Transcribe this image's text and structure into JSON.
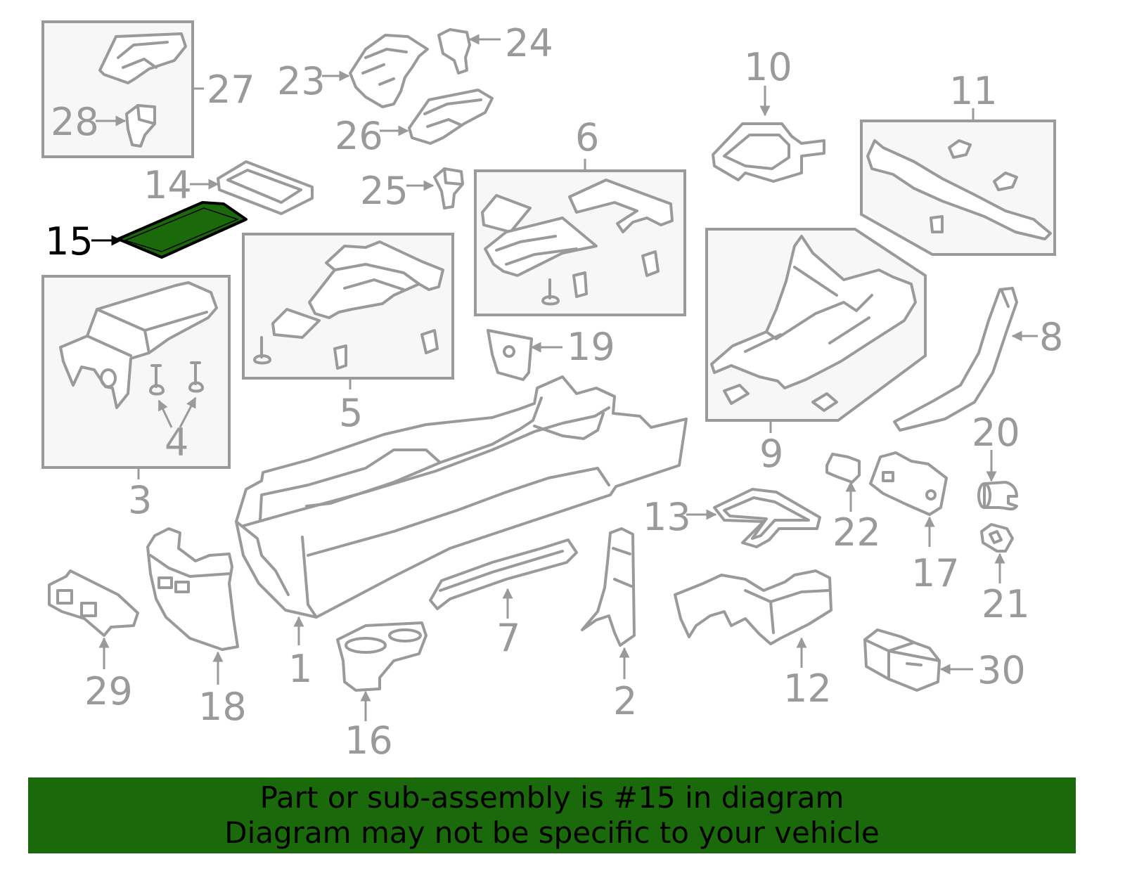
{
  "diagram": {
    "highlighted_part": "15",
    "highlight_color": "#1a6a0c",
    "line_color": "#9a9a9a",
    "callouts": {
      "c1": "1",
      "c2": "2",
      "c3": "3",
      "c4": "4",
      "c5": "5",
      "c6": "6",
      "c7": "7",
      "c8": "8",
      "c9": "9",
      "c10": "10",
      "c11": "11",
      "c12": "12",
      "c13": "13",
      "c14": "14",
      "c15": "15",
      "c16": "16",
      "c17": "17",
      "c18": "18",
      "c19": "19",
      "c20": "20",
      "c21": "21",
      "c22": "22",
      "c23": "23",
      "c24": "24",
      "c25": "25",
      "c26": "26",
      "c27": "27",
      "c28": "28",
      "c29": "29",
      "c30": "30"
    }
  },
  "banner": {
    "line1": "Part or sub-assembly is #15 in diagram",
    "line2": "Diagram may not be specific to your vehicle",
    "background": "#1a6a0c"
  }
}
